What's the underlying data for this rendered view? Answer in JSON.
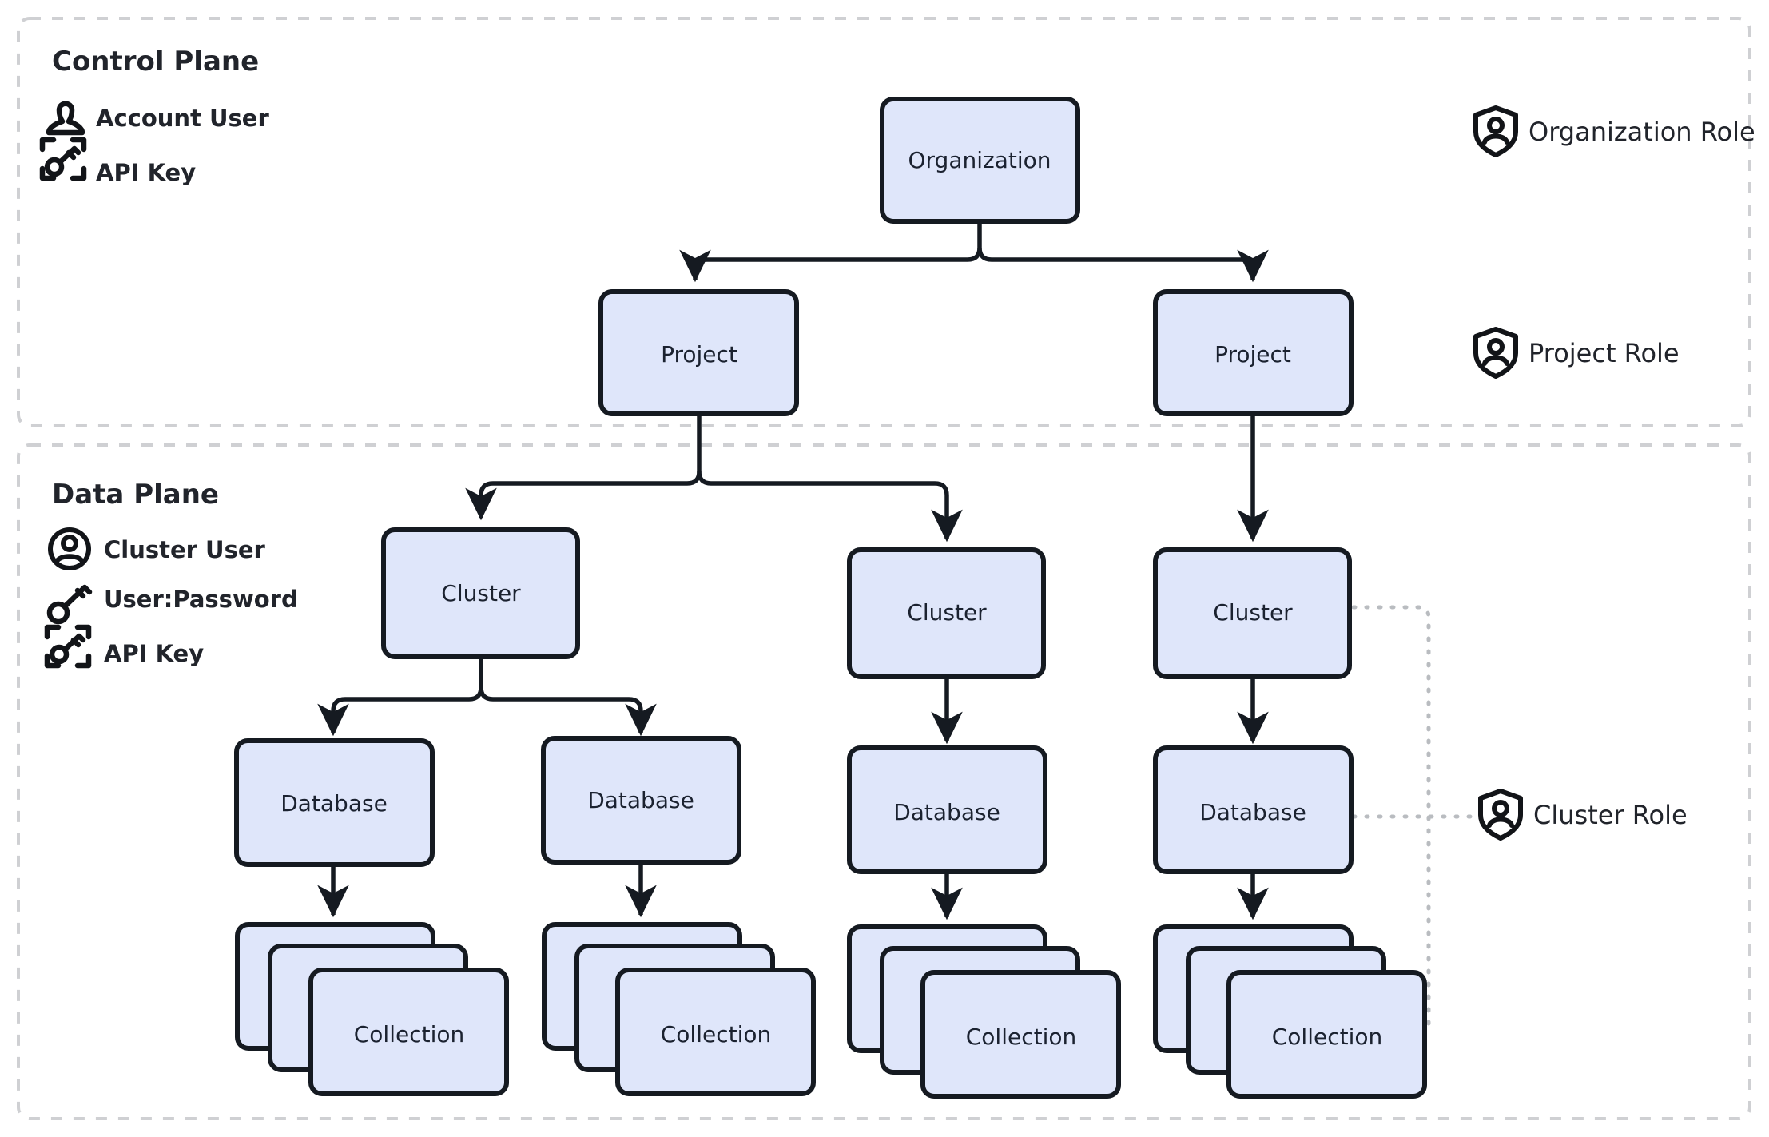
{
  "diagram": {
    "title_not_shown": "",
    "colors": {
      "node_fill": "#dfe6fa",
      "node_stroke": "#151a21",
      "plane_border": "#cfd0d3",
      "dotted_connector": "#b9bcc0",
      "text": "#21242b"
    },
    "planes": [
      {
        "id": "control-plane",
        "title": "Control Plane",
        "legend": [
          {
            "icon": "account-user-icon",
            "label": "Account User"
          },
          {
            "icon": "api-key-icon",
            "label": "API Key"
          }
        ]
      },
      {
        "id": "data-plane",
        "title": "Data Plane",
        "legend": [
          {
            "icon": "cluster-user-icon",
            "label": "Cluster User"
          },
          {
            "icon": "key-icon",
            "label": "User:Password"
          },
          {
            "icon": "api-key-icon",
            "label": "API Key"
          }
        ]
      }
    ],
    "roles": [
      {
        "id": "organization-role",
        "icon": "shield-person-icon",
        "label": "Organization Role"
      },
      {
        "id": "project-role",
        "icon": "shield-person-icon",
        "label": "Project Role"
      },
      {
        "id": "cluster-role",
        "icon": "shield-person-icon",
        "label": "Cluster Role"
      }
    ],
    "nodes": {
      "organization": {
        "label": "Organization"
      },
      "projects": [
        {
          "label": "Project"
        },
        {
          "label": "Project"
        }
      ],
      "clusters": [
        {
          "label": "Cluster"
        },
        {
          "label": "Cluster"
        },
        {
          "label": "Cluster"
        }
      ],
      "databases": [
        {
          "label": "Database"
        },
        {
          "label": "Database"
        },
        {
          "label": "Database"
        },
        {
          "label": "Database"
        }
      ],
      "collections": [
        {
          "label": "Collection"
        },
        {
          "label": "Collection"
        },
        {
          "label": "Collection"
        },
        {
          "label": "Collection"
        }
      ]
    }
  }
}
